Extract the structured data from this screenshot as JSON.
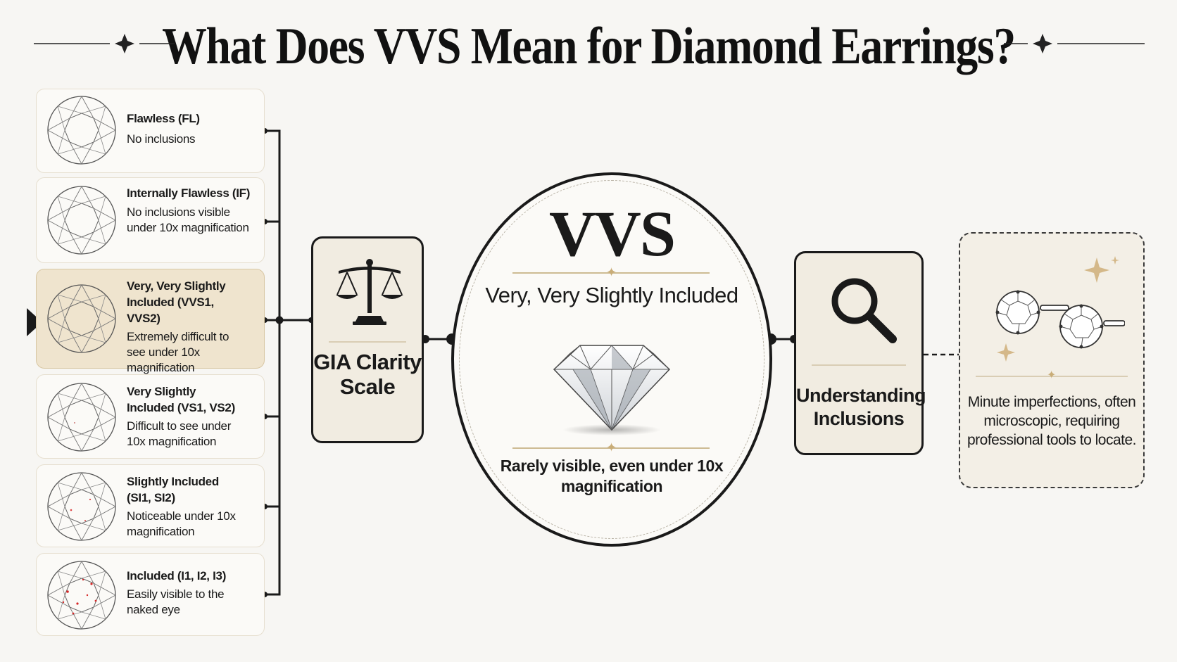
{
  "title": "What Does VVS Mean for Diamond Earrings?",
  "colors": {
    "background": "#f7f6f3",
    "highlight": "#efe4ce",
    "gold_accent": "#c9ad78",
    "ink": "#1a1a1a",
    "inclusion_red": "#d62828"
  },
  "grades": [
    {
      "name": "Flawless (FL)",
      "desc": "No inclusions"
    },
    {
      "name": "Internally Flawless (IF)",
      "desc": "No inclusions visible under 10x magnification"
    },
    {
      "name": "Very, Very Slightly Included (VVS1, VVS2)",
      "desc": "Extremely difficult to see under 10x magnification"
    },
    {
      "name": "Very Slightly Included (VS1, VS2)",
      "desc": "Difficult to see under 10x magnification"
    },
    {
      "name": "Slightly Included (SI1, SI2)",
      "desc": "Noticeable under 10x magnification"
    },
    {
      "name": "Included (I1, I2, I3)",
      "desc": "Easily visible to the naked eye"
    }
  ],
  "gia": {
    "label": "GIA Clarity Scale",
    "icon": "balance-scale-icon"
  },
  "vvs": {
    "abbr": "VVS",
    "name": "Very, Very Slightly Included",
    "subtitle": "Rarely visible, even under 10x magnification",
    "icon": "diamond-icon"
  },
  "inclusions": {
    "label": "Understanding Inclusions",
    "icon": "magnifying-glass-icon"
  },
  "minute": {
    "text": "Minute imperfections, often microscopic, requiring professional tools to locate.",
    "icon": "stud-earrings-icon"
  }
}
